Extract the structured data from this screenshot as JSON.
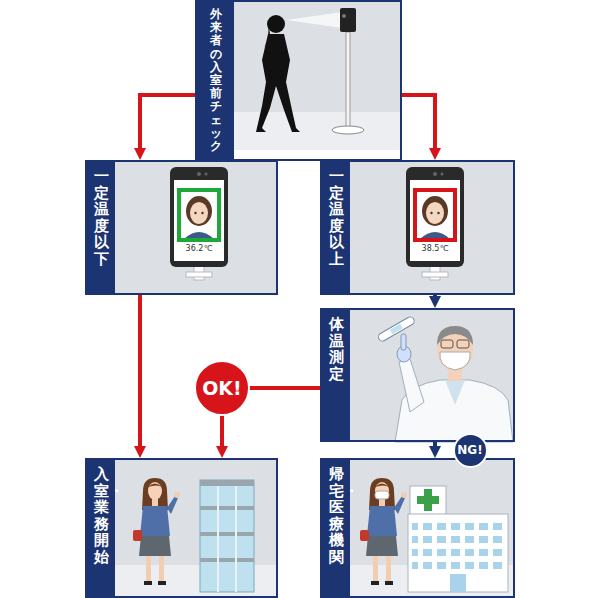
{
  "diagram": {
    "nodes": [
      {
        "text": [
          "外来者の入室前チェック"
        ]
      },
      {
        "text": [
          "一定温度以下"
        ]
      },
      {
        "text": [
          "一定温度以上"
        ]
      },
      {
        "text": [
          "体温測定"
        ]
      },
      {
        "text": [
          "入室・業務開始"
        ]
      },
      {
        "text": [
          "帰宅・医療機関"
        ]
      }
    ],
    "edges": [
      {
        "from": 0,
        "to": 1,
        "arrow": "to"
      },
      {
        "from": 0,
        "to": 2,
        "arrow": "to"
      },
      {
        "from": 1,
        "to": 4,
        "arrow": "to"
      },
      {
        "from": 2,
        "to": 3,
        "arrow": "to"
      },
      {
        "from": 3,
        "to": 4,
        "label": "OK!",
        "arrow": "to"
      },
      {
        "from": 3,
        "to": 5,
        "label": "NG!",
        "arrow": "to"
      }
    ],
    "labels": [
      "36.2℃",
      "38.5℃"
    ]
  }
}
